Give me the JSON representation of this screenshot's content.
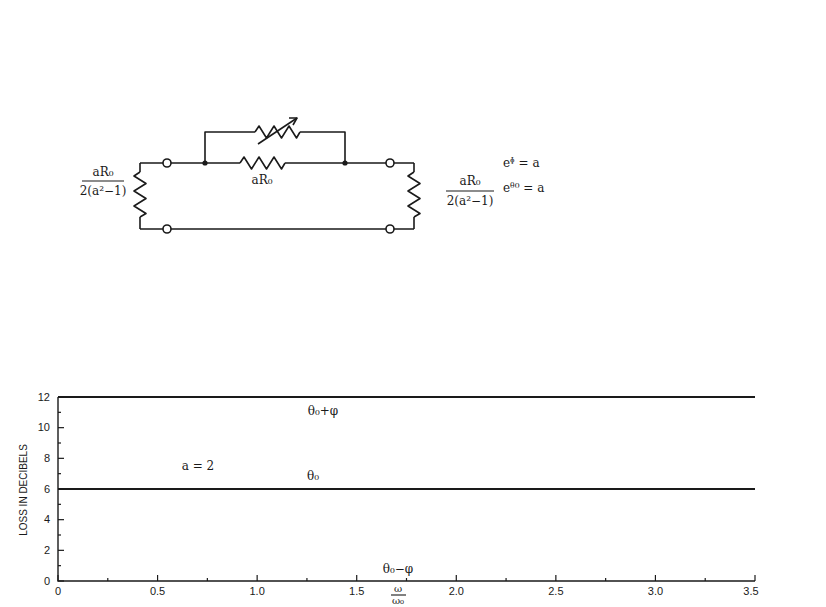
{
  "diagram": {
    "labels": [
      "aR₀",
      "2(a²−1)",
      "aR₀",
      "aR₀",
      "2(a²−1)",
      "eᶲ = a",
      "eᶿ⁰ = a",
      "θ₀+φ",
      "θ₀",
      "θ₀−φ",
      "a = 2",
      "LOSS IN DECIBELS",
      "0",
      "2",
      "4",
      "6",
      "8",
      "10",
      "12",
      "0",
      "0.5",
      "1.0",
      "1.5",
      "2.0",
      "2.5",
      "3.0",
      "3.5",
      "ω",
      "ω₀"
    ]
  }
}
